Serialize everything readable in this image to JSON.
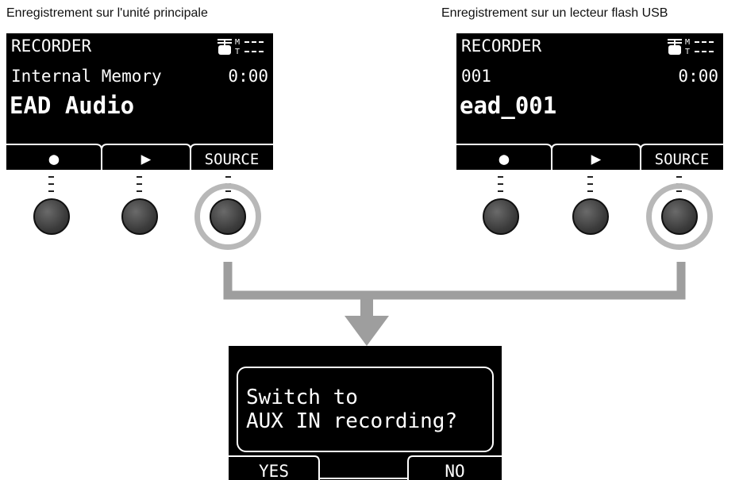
{
  "captions": {
    "left": "Enregistrement sur l'unité principale",
    "right": "Enregistrement sur un lecteur flash USB"
  },
  "screen_left": {
    "title": "RECORDER",
    "location": "Internal Memory",
    "time": "0:00",
    "name": "EAD Audio",
    "softkeys": [
      "●",
      "▶",
      "SOURCE"
    ]
  },
  "screen_right": {
    "title": "RECORDER",
    "location": "001",
    "time": "0:00",
    "name": "ead_001",
    "softkeys": [
      "●",
      "▶",
      "SOURCE"
    ]
  },
  "dialog": {
    "line1": "Switch to",
    "line2": "AUX IN recording?",
    "yes": "YES",
    "no": "NO"
  },
  "colors": {
    "lcd_background": "#000000",
    "lcd_text": "#ffffff",
    "highlight_ring": "#b8b8b8",
    "flow_arrow": "#9e9e9e"
  },
  "icons": {
    "status": "drum-kit-icon",
    "knob": "rotary-knob-icon",
    "arrow": "down-arrow-icon"
  }
}
